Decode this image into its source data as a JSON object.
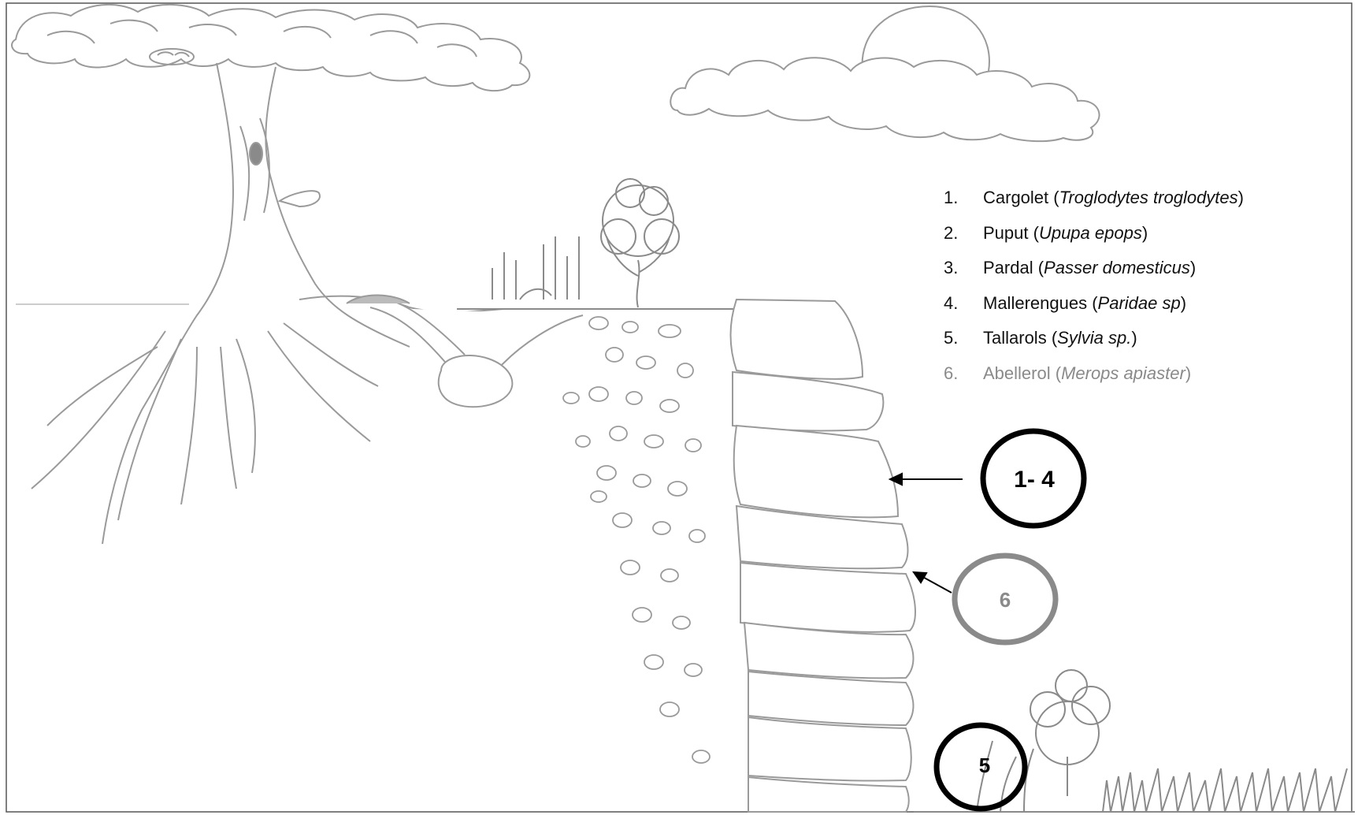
{
  "legend": {
    "items": [
      {
        "number": "1.",
        "name": "Cargolet",
        "scientific": "Troglodytes troglodytes",
        "color": "#111111"
      },
      {
        "number": "2.",
        "name": "Puput",
        "scientific": "Upupa epops",
        "color": "#111111"
      },
      {
        "number": "3.",
        "name": "Pardal",
        "scientific": "Passer domesticus",
        "color": "#111111"
      },
      {
        "number": "4.",
        "name": "Mallerengues",
        "scientific": "Paridae sp",
        "color": "#111111"
      },
      {
        "number": "5.",
        "name": "Tallarols",
        "scientific": "Sylvia sp.",
        "color": "#111111"
      },
      {
        "number": "6.",
        "name": "Abellerol",
        "scientific": "Merops apiaster",
        "color": "#8a8a8a"
      }
    ]
  },
  "markers": {
    "m14": {
      "label": "1- 4",
      "color": "#000000"
    },
    "m6": {
      "label": "6",
      "color": "#8a8a8a"
    },
    "m5": {
      "label": "5",
      "color": "#000000"
    }
  },
  "icons": [
    "tree",
    "burrow",
    "shrub",
    "cloud",
    "sun",
    "cliff",
    "grass",
    "arrow"
  ]
}
